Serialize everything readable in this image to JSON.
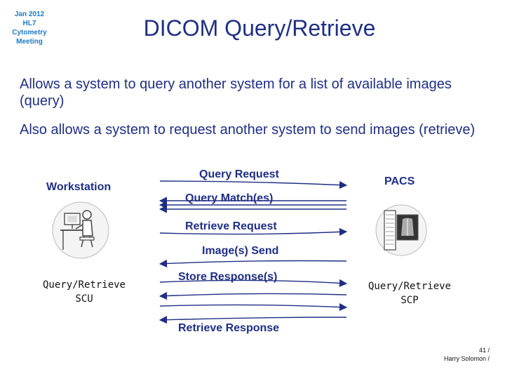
{
  "meeting": [
    "Jan 2012",
    "HL7",
    "Cytometry",
    "Meeting"
  ],
  "title": "DICOM Query/Retrieve",
  "bullets": [
    "Allows a system to query another system for a list of available images (query)",
    "Also allows a system to request another system to send images (retrieve)"
  ],
  "workstation": {
    "label": "Workstation",
    "icon": "workstation-person-icon",
    "role_line1": "Query/Retrieve",
    "role_line2": "SCU"
  },
  "pacs": {
    "label": "PACS",
    "icon": "pacs-server-xray-icon",
    "role_line1": "Query/Retrieve",
    "role_line2": "SCP"
  },
  "messages": {
    "query_request": "Query Request",
    "query_matches": "Query Match(es)",
    "retrieve_request": "Retrieve Request",
    "images_send": "Image(s) Send",
    "store_responses": "Store Response(s)",
    "retrieve_response": "Retrieve Response"
  },
  "footer": {
    "page": "41 /",
    "author": "Harry Solomon /"
  },
  "colors": {
    "heading": "#1f2f85",
    "meeting": "#1a7ac8",
    "arrow": "#1f2f85"
  }
}
